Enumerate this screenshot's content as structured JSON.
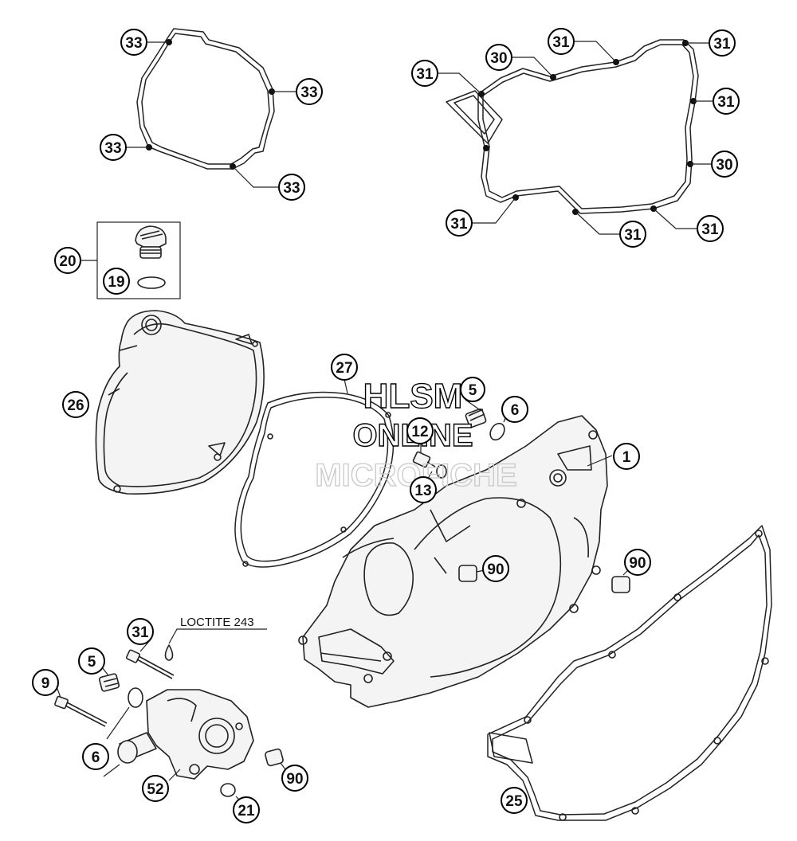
{
  "diagram": {
    "note": "LOCTITE 243",
    "watermark": [
      "HLSM",
      "ONLINE",
      "MICROFICHE"
    ],
    "callouts": {
      "c1": "1",
      "c5a": "5",
      "c5b": "5",
      "c6a": "6",
      "c6b": "6",
      "c9": "9",
      "c12": "12",
      "c13": "13",
      "c19": "19",
      "c20": "20",
      "c21": "21",
      "c25": "25",
      "c26": "26",
      "c27": "27",
      "c30a": "30",
      "c30b": "30",
      "c31a": "31",
      "c31b": "31",
      "c31c": "31",
      "c31d": "31",
      "c31e": "31",
      "c31f": "31",
      "c31g": "31",
      "c31h": "31",
      "c33a": "33",
      "c33b": "33",
      "c33c": "33",
      "c33d": "33",
      "c52": "52",
      "c90a": "90",
      "c90b": "90",
      "c90c": "90"
    }
  }
}
